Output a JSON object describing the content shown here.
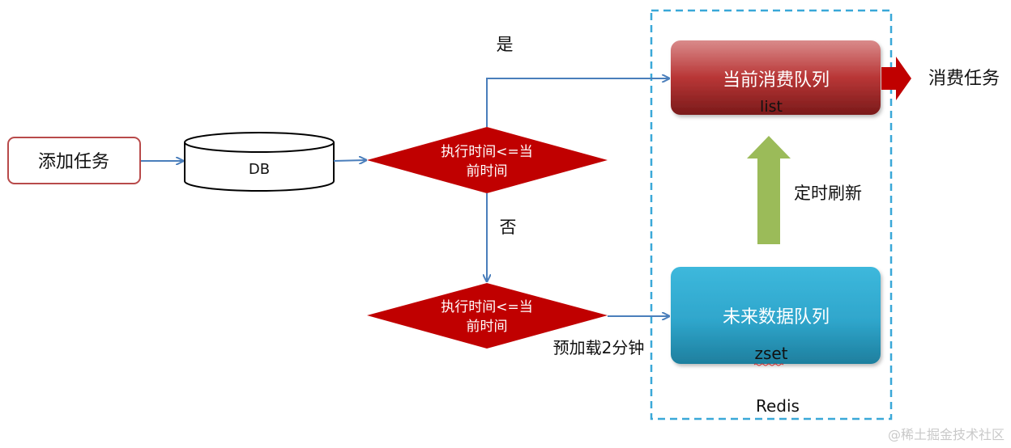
{
  "nodes": {
    "add_task": "添加任务",
    "db": "DB",
    "decision_top_line1": "执行时间<=当",
    "decision_top_line2": "前时间",
    "decision_bottom_line1": "执行时间<=当",
    "decision_bottom_line2": "前时间",
    "current_queue_title": "当前消费队列",
    "current_queue_type": "list",
    "future_queue_title": "未来数据队列",
    "future_queue_type": "zset",
    "consume_task": "消费任务",
    "redis_label": "Redis"
  },
  "labels": {
    "yes": "是",
    "no": "否",
    "refresh": "定时刷新",
    "preload": "预加载2分钟"
  },
  "watermark": "@稀土掘金技术社区",
  "colors": {
    "decision_fill": "#c00000",
    "arrow_blue": "#4a7ebb",
    "redis_border": "#3aa8d8",
    "green_arrow": "#9bbb59",
    "add_task_border": "#b84a4a"
  }
}
